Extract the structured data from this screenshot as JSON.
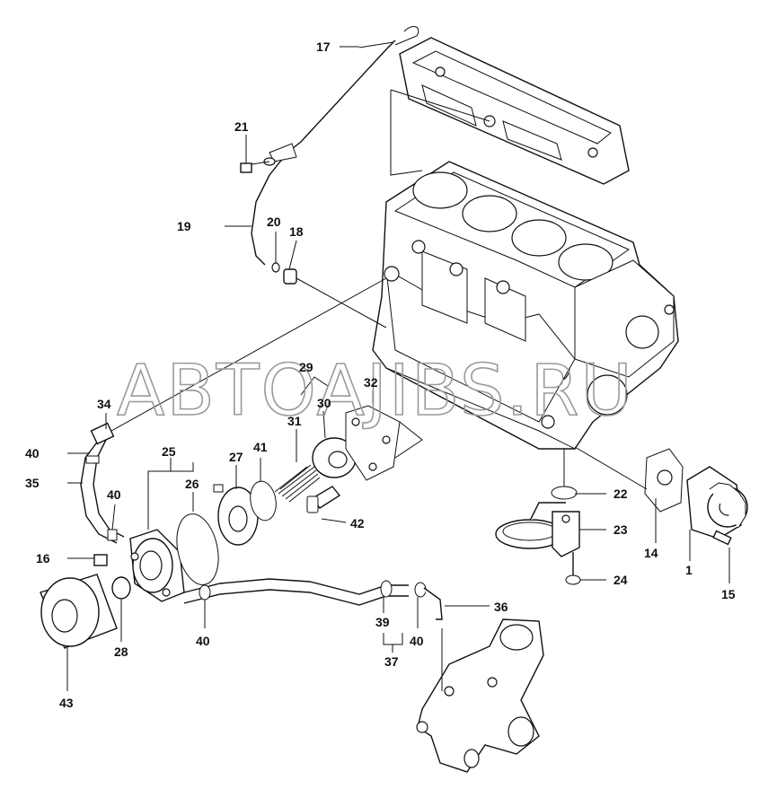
{
  "watermark": "ABTOAJIBS.RU",
  "callouts": {
    "c1": "1",
    "c14": "14",
    "c15": "15",
    "c16": "16",
    "c17": "17",
    "c18": "18",
    "c19": "19",
    "c20": "20",
    "c21": "21",
    "c22": "22",
    "c23": "23",
    "c24": "24",
    "c25": "25",
    "c26": "26",
    "c27": "27",
    "c28": "28",
    "c29": "29",
    "c30": "30",
    "c31": "31",
    "c32": "32",
    "c34": "34",
    "c35": "35",
    "c36": "36",
    "c37": "37",
    "c39": "39",
    "c40a": "40",
    "c40b": "40",
    "c40c": "40",
    "c40d": "40",
    "c41": "41",
    "c42": "42",
    "c43": "43"
  }
}
